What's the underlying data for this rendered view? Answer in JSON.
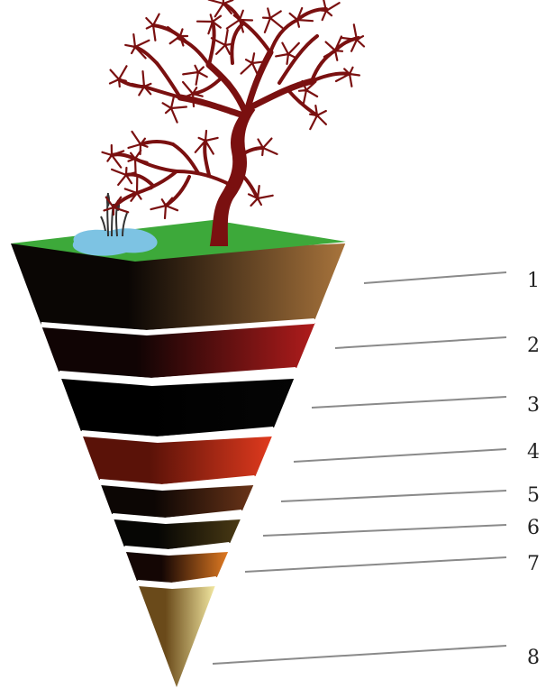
{
  "diagram": {
    "layers": [
      {
        "id": 1,
        "label": "1",
        "dark": "#0a0604",
        "light": "#a8743c"
      },
      {
        "id": 2,
        "label": "2",
        "dark": "#100404",
        "light": "#b01c1c"
      },
      {
        "id": 3,
        "label": "3",
        "dark": "#000000",
        "light": "#050505"
      },
      {
        "id": 4,
        "label": "4",
        "dark": "#5a1208",
        "light": "#e03a1e"
      },
      {
        "id": 5,
        "label": "5",
        "dark": "#0c0604",
        "light": "#6a3418"
      },
      {
        "id": 6,
        "label": "6",
        "dark": "#060604",
        "light": "#4a3a14"
      },
      {
        "id": 7,
        "label": "7",
        "dark": "#140604",
        "light": "#e07a22"
      },
      {
        "id": 8,
        "label": "8",
        "dark": "#6a4a1a",
        "light": "#f2e7a0"
      }
    ],
    "colors": {
      "grass": "#3da93a",
      "pond": "#7dc3e3",
      "tree": "#7a1010",
      "separator": "#ffffff",
      "leader": "#8a8a8a"
    },
    "icons": {
      "tree": "tree-icon",
      "pond": "pond-icon",
      "reeds": "reeds-icon"
    }
  }
}
